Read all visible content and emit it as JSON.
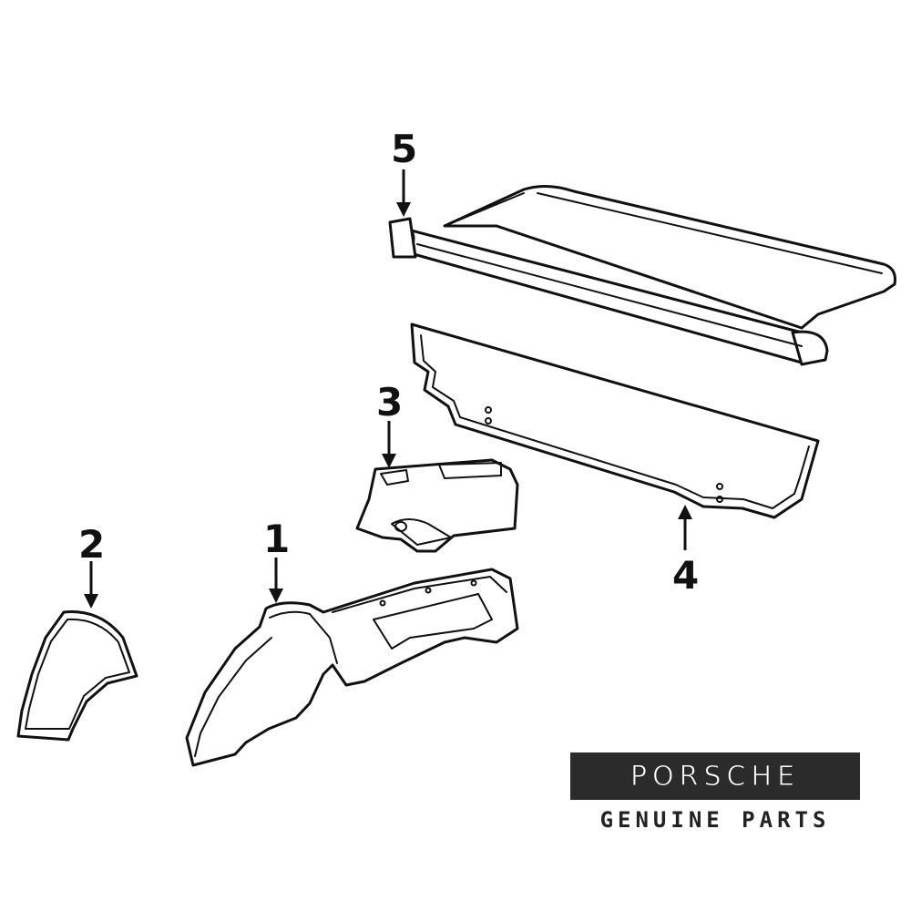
{
  "callouts": [
    {
      "id": "1",
      "label": "1"
    },
    {
      "id": "2",
      "label": "2"
    },
    {
      "id": "3",
      "label": "3"
    },
    {
      "id": "4",
      "label": "4"
    },
    {
      "id": "5",
      "label": "5"
    }
  ],
  "brand": {
    "wordmark": "PORSCHE",
    "subtitle": "GENUINE PARTS",
    "bar_color": "#2b2b2b",
    "text_color": "#ffffff"
  },
  "colors": {
    "line": "#111111",
    "background": "#ffffff"
  }
}
